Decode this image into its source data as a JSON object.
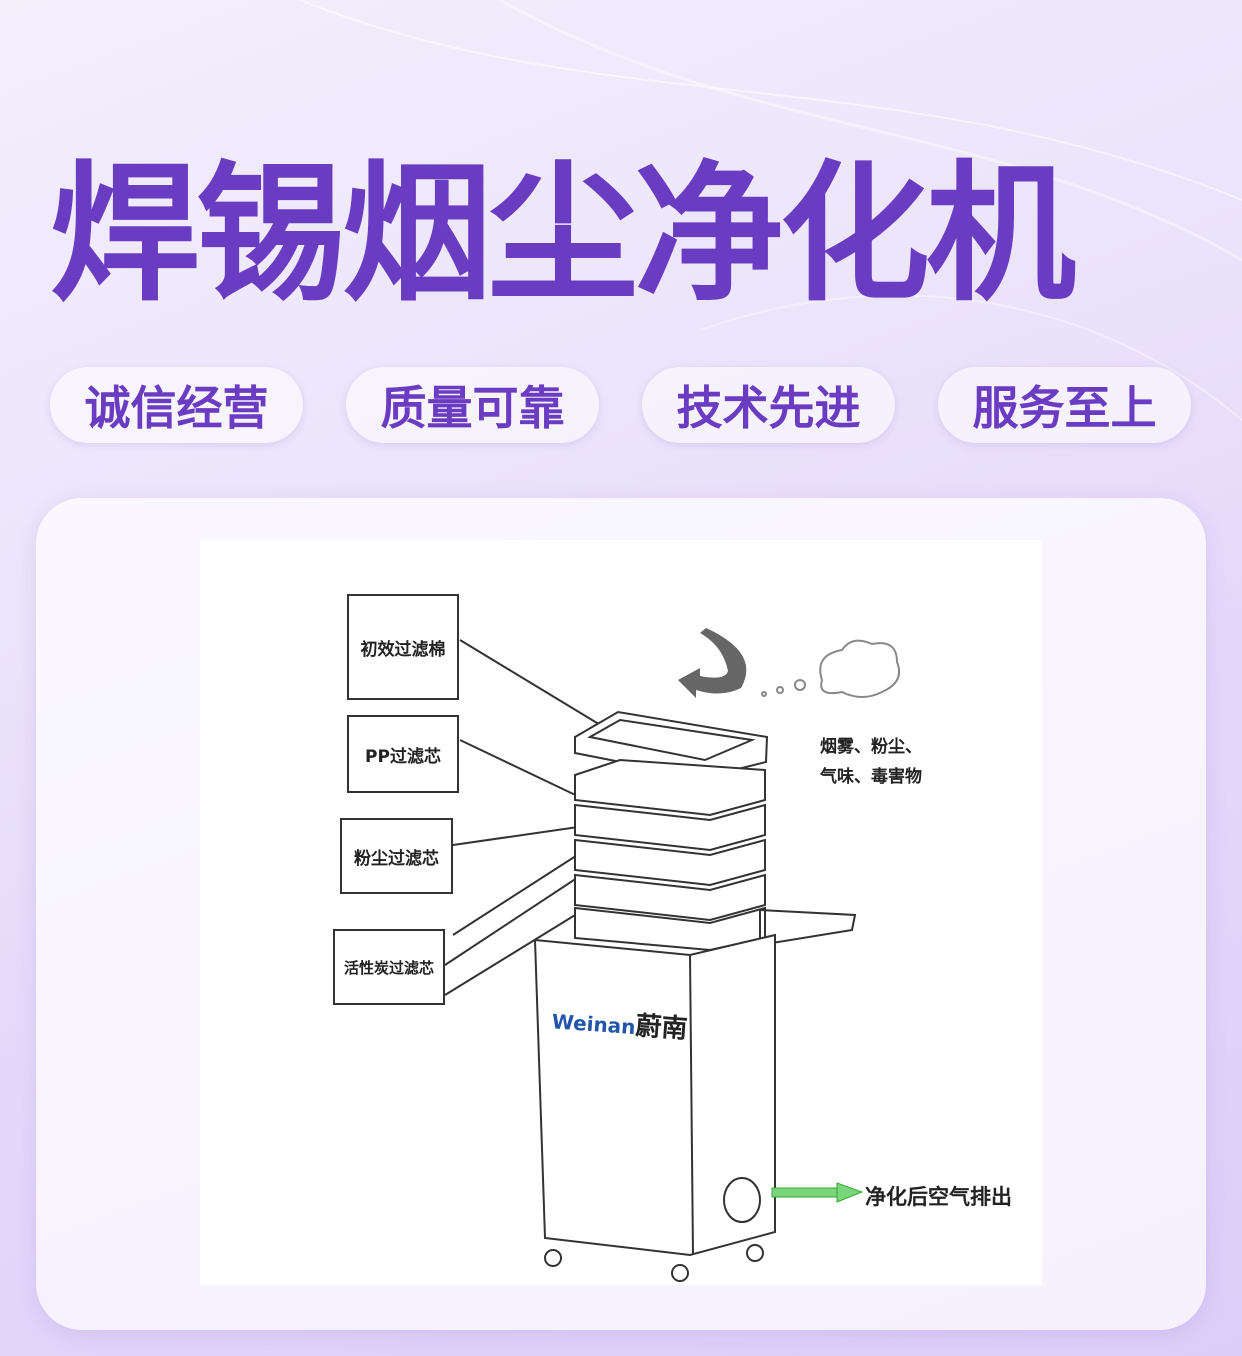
{
  "title": "焊锡烟尘净化机",
  "badges": [
    "诚信经营",
    "质量可靠",
    "技术先进",
    "服务至上"
  ],
  "diagram": {
    "labels": [
      "初效过滤棉",
      "PP过滤芯",
      "粉尘过滤芯",
      "活性炭过滤芯"
    ],
    "pollutants_line1": "烟雾、粉尘、",
    "pollutants_line2": "气味、毒害物",
    "outlet": "净化后空气排出",
    "brand_en": "Weinan",
    "brand_cn": "蔚南"
  },
  "colors": {
    "accent": "#6a3cc2",
    "arrow": "#7bd67b",
    "brand": "#2255aa"
  }
}
